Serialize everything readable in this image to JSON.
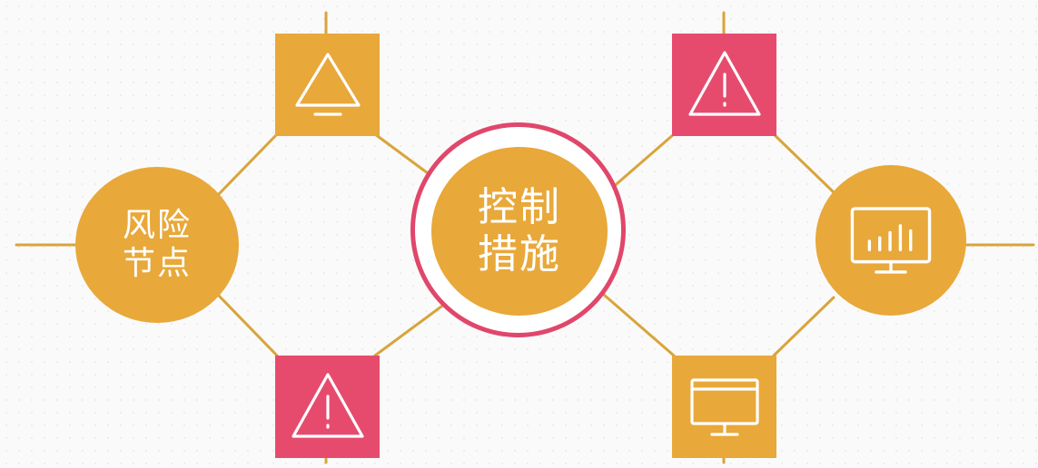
{
  "colors": {
    "node_fill": "#E8A83A",
    "alert_fill": "#E64B6E",
    "connector": "#D9A43B",
    "ring": "#E0476A",
    "icon_stroke": "#FFFFFF"
  },
  "nodes": {
    "risk": {
      "line1": "风险",
      "line2": "节点"
    },
    "control": {
      "line1": "控制",
      "line2": "措施"
    }
  },
  "icons": {
    "top_left": "triangle-lamp-icon",
    "bottom_left": "warning-icon",
    "top_right": "warning-icon",
    "bottom_right": "desktop-monitor-icon",
    "right_node": "bar-chart-monitor-icon"
  }
}
